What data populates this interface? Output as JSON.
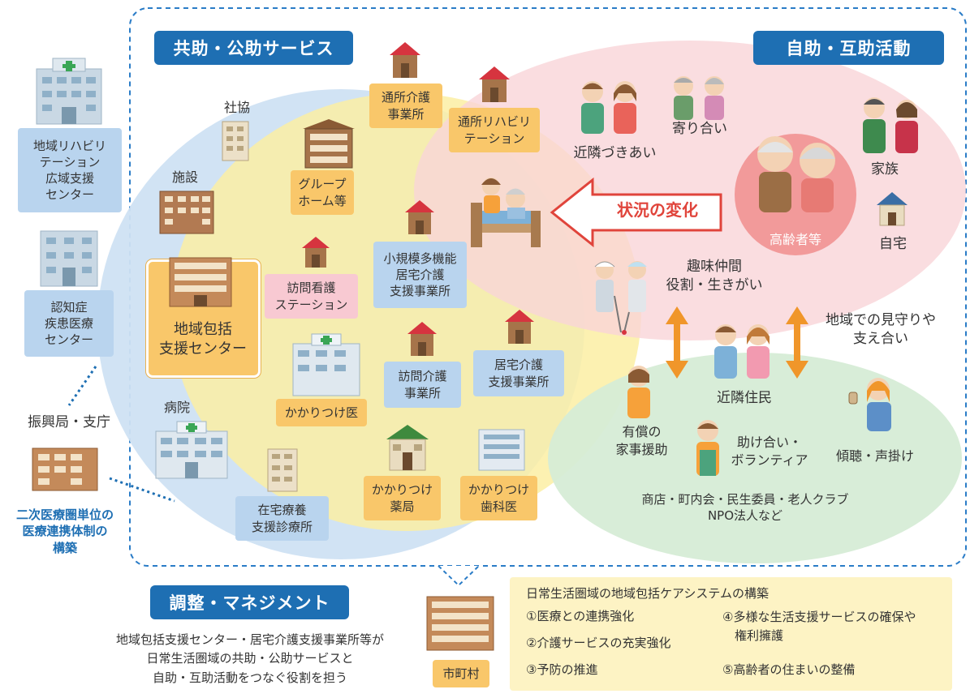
{
  "headers": {
    "kyojo": "共助・公助サービス",
    "jijo": "自助・互助活動",
    "chosei": "調整・マネジメント"
  },
  "left_boxes": {
    "rehab_center": "地域リハビリ\nテーション\n広域支援\nセンター",
    "dementia_center": "認知症\n疾患医療\nセンター",
    "branch": "振興局・支庁",
    "secondary": "二次医療圏単位の\n医療連携体制の\n構築"
  },
  "services": {
    "shakyo": "社協",
    "shisetsu": "施設",
    "hospital": "病院",
    "houkatsu": "地域包括\n支援センター",
    "group_home": "グループ\nホーム等",
    "houmon_kango": "訪問看護\nステーション",
    "kakaritsuke": "かかりつけ医",
    "tsusho_kaigo": "通所介護\n事業所",
    "tsusho_rehab": "通所リハビリ\nテーション",
    "shokibo": "小規模多機能\n居宅介護\n支援事業所",
    "houmon_kaigo": "訪問介護\n事業所",
    "kyotaku": "居宅介護\n支援事業所",
    "yakkyoku": "かかりつけ\n薬局",
    "shika": "かかりつけ\n歯科医",
    "zaitaku": "在宅療養\n支援診療所"
  },
  "self_help": {
    "yoriai": "寄り合い",
    "kinrin_tsukiai": "近隣づきあい",
    "kazoku": "家族",
    "koureisha": "高齢者等",
    "jitaku": "自宅",
    "change": "状況の変化",
    "shumi": "趣味仲間\n役割・生きがい",
    "mimamori": "地域での見守りや\n支え合い"
  },
  "community": {
    "kinrin_jumin": "近隣住民",
    "yushou": "有償の\n家事援助",
    "tasukeai": "助け合い・\nボランティア",
    "keichou": "傾聴・声掛け",
    "groups": "商店・町内会・民生委員・老人クラブ\nNPO法人など"
  },
  "bottom": {
    "chosei_desc": "地域包括支援センター・居宅介護支援事業所等が\n日常生活圏域の共助・公助サービスと\n自助・互助活動をつなぐ役割を担う",
    "shichoson": "市町村",
    "summary_title": "日常生活圏域の地域包括ケアシステムの構築",
    "items": [
      "①医療との連携強化",
      "②介護サービスの充実強化",
      "③予防の推進",
      "④多様な生活支援サービスの確保や\n　権利擁護",
      "⑤高齢者の住まいの整備"
    ]
  },
  "colors": {
    "header_blue": "#1e6fb3",
    "orange_box": "#f9c76a",
    "blue_box": "#b9d4ee",
    "pink_box": "#f8c9d2",
    "circle_blue": "#cfe2f3",
    "circle_yellow": "#fbeea3",
    "circle_pink": "#f9d5d8",
    "circle_green": "#d6ecd6",
    "arrow_red": "#e0443b",
    "arrow_orange": "#f0962a"
  }
}
